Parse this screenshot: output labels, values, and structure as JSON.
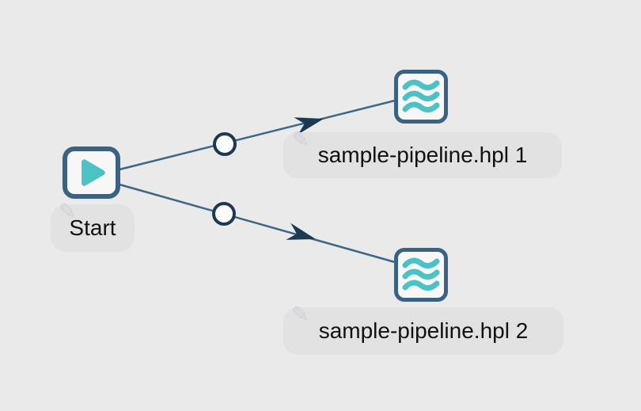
{
  "canvas": {
    "type": "workflow-editor-canvas",
    "nodes": [
      {
        "id": "start",
        "label": "Start",
        "icon": "play-icon"
      },
      {
        "id": "pipeline-1",
        "label": "sample-pipeline.hpl 1",
        "icon": "pipeline-waves-icon"
      },
      {
        "id": "pipeline-2",
        "label": "sample-pipeline.hpl 2",
        "icon": "pipeline-waves-icon"
      }
    ],
    "connections": [
      {
        "from": "start",
        "to": "pipeline-1",
        "midpoint_marker": "circle",
        "arrow": true
      },
      {
        "from": "start",
        "to": "pipeline-2",
        "midpoint_marker": "circle",
        "arrow": true
      }
    ]
  },
  "icons": {
    "pencil_glyph": "✎"
  },
  "colors": {
    "canvas-bg": "#eaeaea",
    "node-border": "#3a6383",
    "node-bg": "#f7f7f7",
    "teal": "#4cc2c5",
    "hop-line": "#3c6785",
    "hop-dark": "#1b3950",
    "circle-fill": "#fdfdfd",
    "label-bg": "#e2e2e2",
    "label-text": "#111111",
    "pencil": "#ccd2d7"
  }
}
